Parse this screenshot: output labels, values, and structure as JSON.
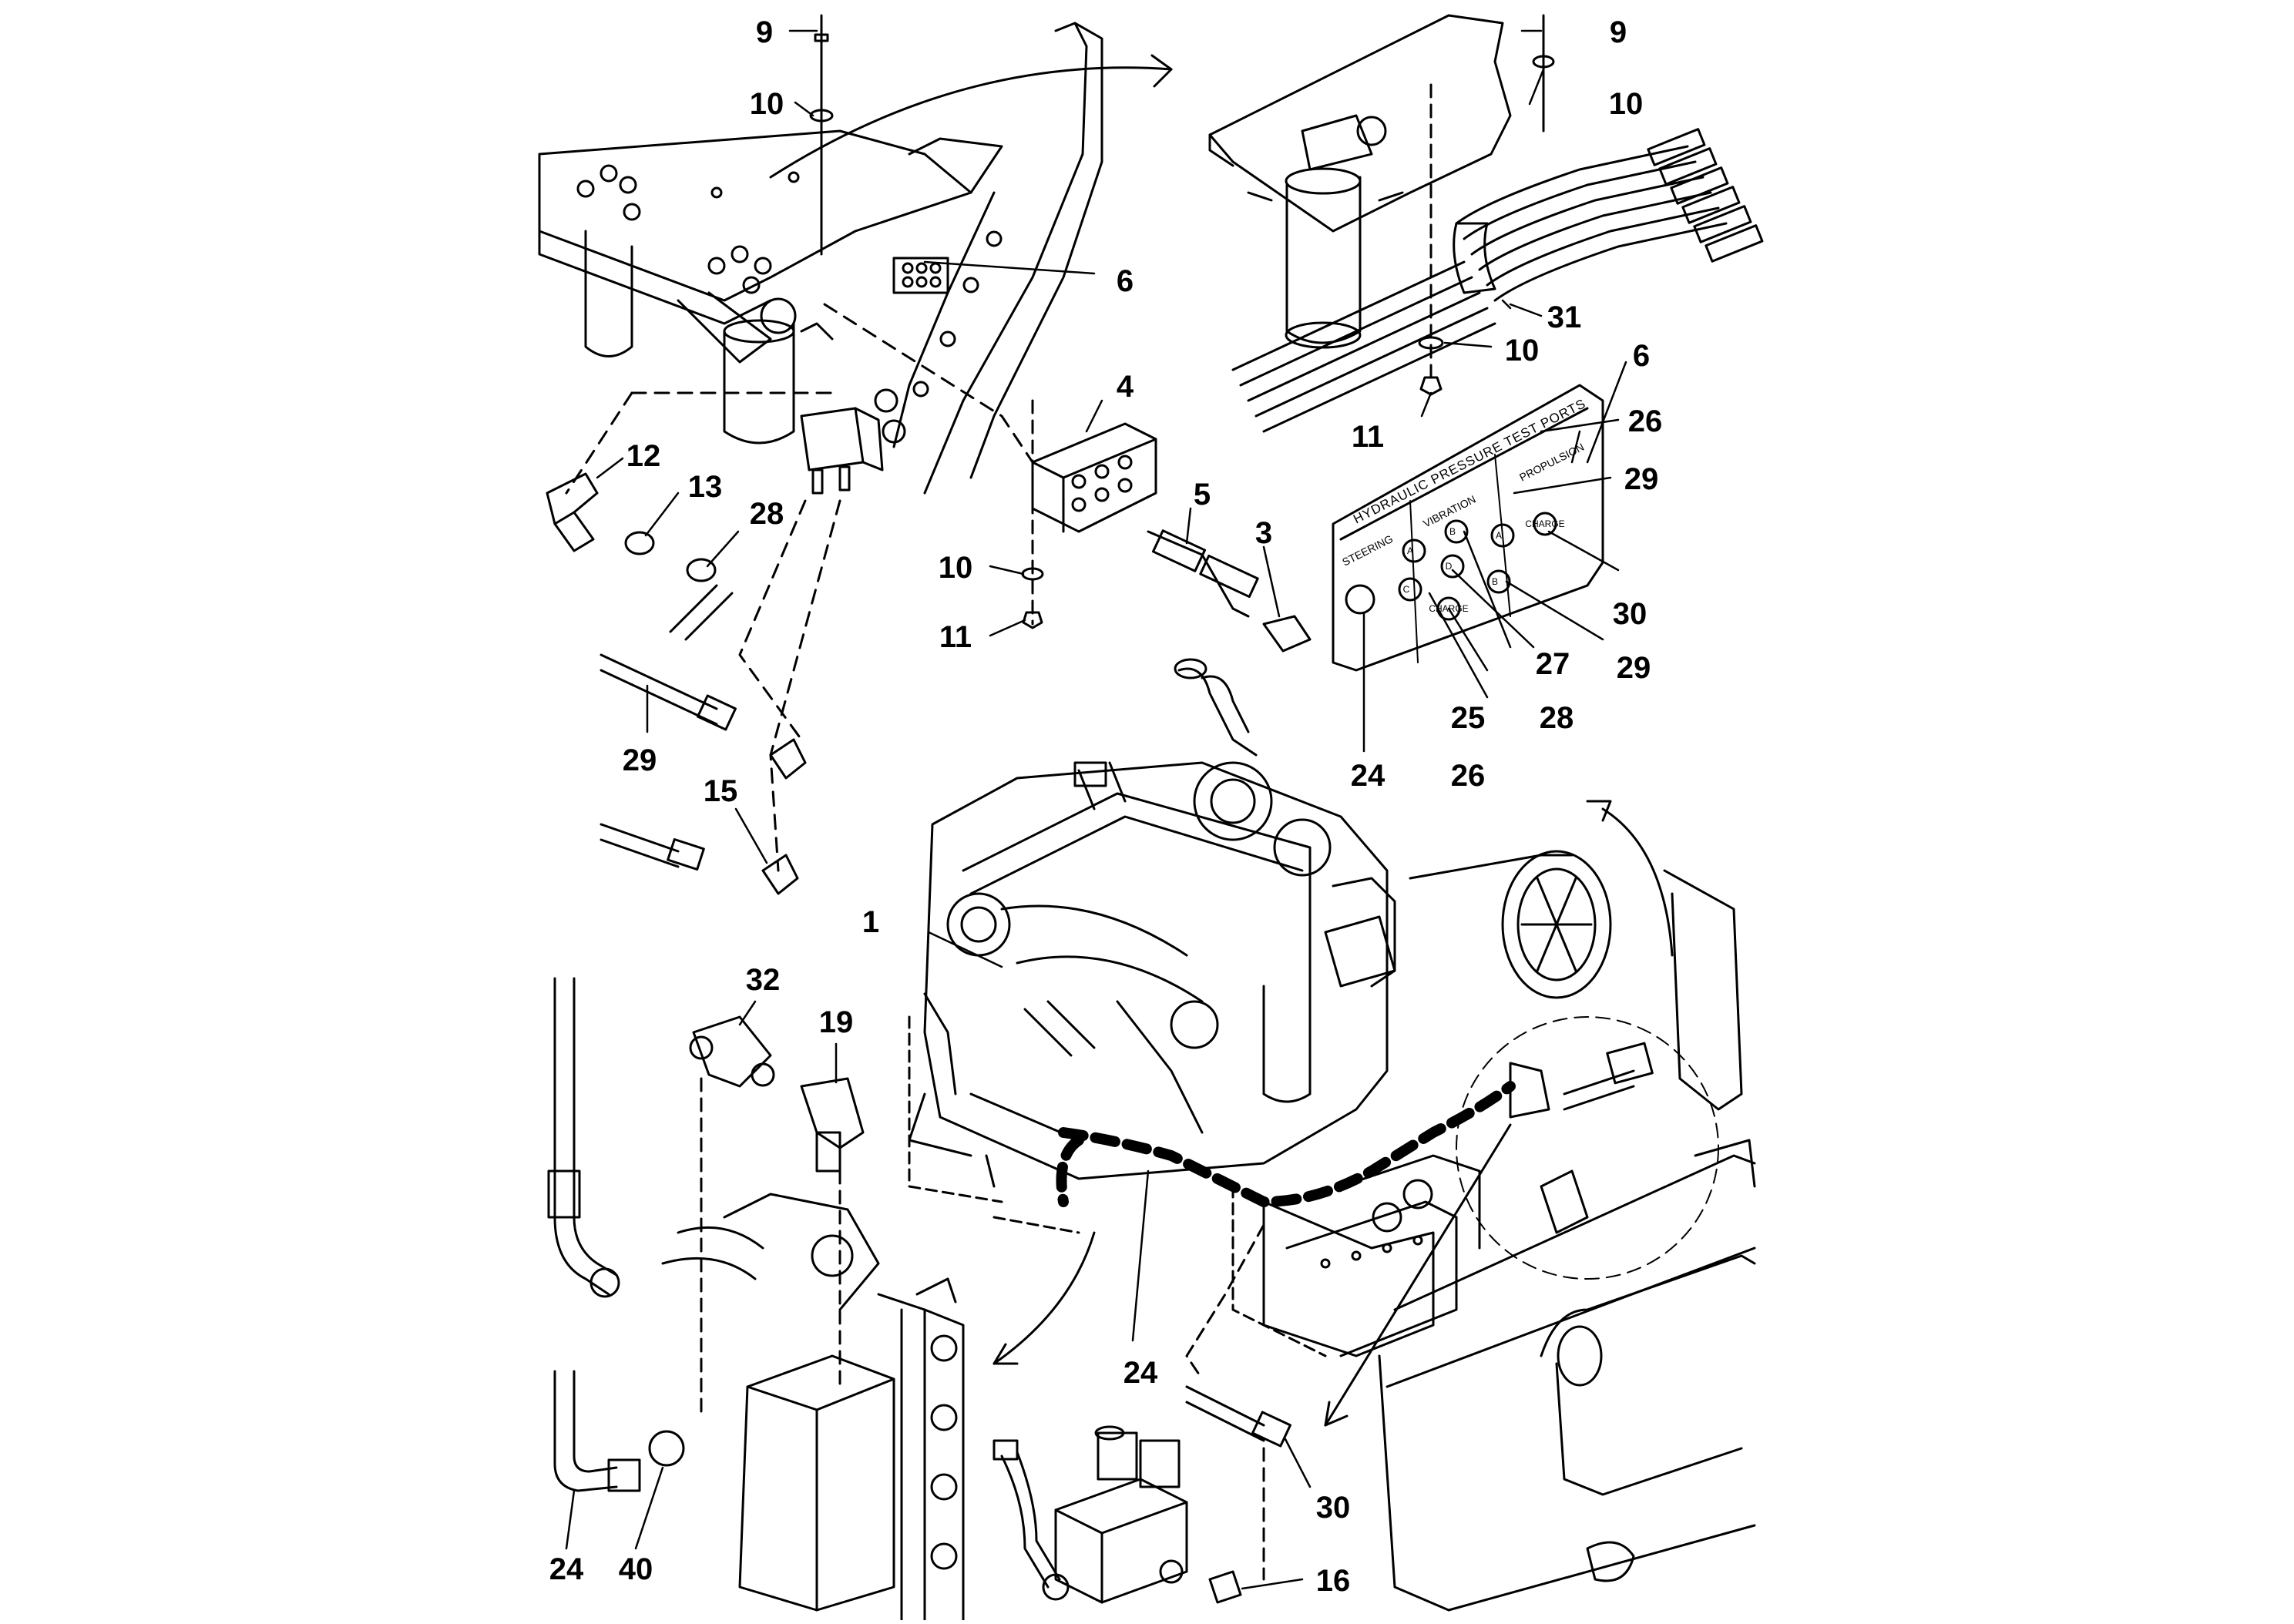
{
  "callouts": [
    {
      "id": "c9a",
      "label": "9"
    },
    {
      "id": "c10a",
      "label": "10"
    },
    {
      "id": "c9b",
      "label": "9"
    },
    {
      "id": "c10b",
      "label": "10"
    },
    {
      "id": "c6a",
      "label": "6"
    },
    {
      "id": "c31",
      "label": "31"
    },
    {
      "id": "c10c",
      "label": "10"
    },
    {
      "id": "c11a",
      "label": "11"
    },
    {
      "id": "c6b",
      "label": "6"
    },
    {
      "id": "c26a",
      "label": "26"
    },
    {
      "id": "c29a",
      "label": "29"
    },
    {
      "id": "c30a",
      "label": "30"
    },
    {
      "id": "c29b",
      "label": "29"
    },
    {
      "id": "c27",
      "label": "27"
    },
    {
      "id": "c28a",
      "label": "28"
    },
    {
      "id": "c25",
      "label": "25"
    },
    {
      "id": "c26b",
      "label": "26"
    },
    {
      "id": "c24a",
      "label": "24"
    },
    {
      "id": "c4",
      "label": "4"
    },
    {
      "id": "c5",
      "label": "5"
    },
    {
      "id": "c3",
      "label": "3"
    },
    {
      "id": "c10d",
      "label": "10"
    },
    {
      "id": "c11b",
      "label": "11"
    },
    {
      "id": "c12",
      "label": "12"
    },
    {
      "id": "c13",
      "label": "13"
    },
    {
      "id": "c28b",
      "label": "28"
    },
    {
      "id": "c29c",
      "label": "29"
    },
    {
      "id": "c15",
      "label": "15"
    },
    {
      "id": "c1",
      "label": "1"
    },
    {
      "id": "c32",
      "label": "32"
    },
    {
      "id": "c19",
      "label": "19"
    },
    {
      "id": "c24b",
      "label": "24"
    },
    {
      "id": "c24c",
      "label": "24"
    },
    {
      "id": "c40",
      "label": "40"
    },
    {
      "id": "c30b",
      "label": "30"
    },
    {
      "id": "c16",
      "label": "16"
    }
  ],
  "test_panel": {
    "title": "HYDRAULIC PRESSURE TEST PORTS",
    "sections": [
      "STEERING",
      "VIBRATION",
      "PROPULSION"
    ],
    "ports": [
      "A",
      "B",
      "C",
      "D",
      "A",
      "B",
      "CHARGE",
      "CHARGE"
    ]
  },
  "colors": {
    "line": "#000000",
    "background": "#ffffff"
  }
}
